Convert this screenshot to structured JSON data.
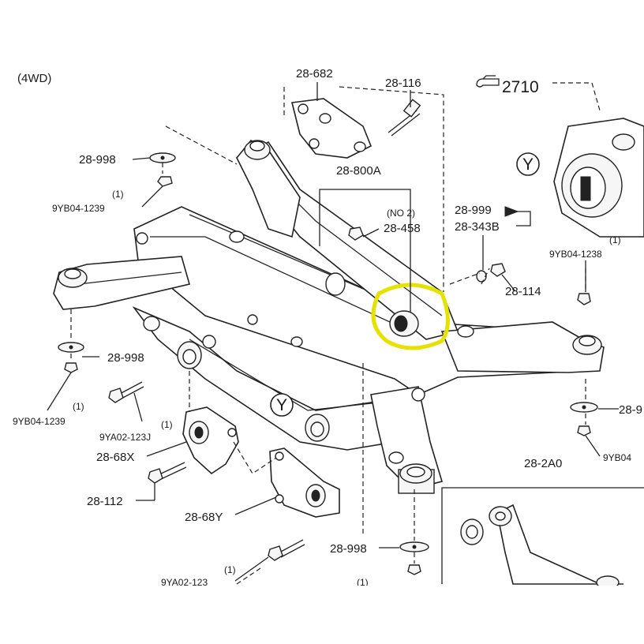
{
  "header": {
    "variant": "(4WD)"
  },
  "callouts": {
    "c_28_682": "28-682",
    "c_28_116": "28-116",
    "c_2710": "2710",
    "c_28_998_a": "28-998",
    "c_qty_a": "(1)",
    "c_9YB04_1239_a": "9YB04-1239",
    "c_28_800A": "28-800A",
    "c_no2": "(NO 2)",
    "c_28_458": "28-458",
    "c_28_999": "28-999",
    "c_28_343B": "28-343B",
    "c_qty_b": "(1)",
    "c_9YB04_1238": "9YB04-1238",
    "c_28_114": "28-114",
    "c_28_998_b": "28-998",
    "c_qty_c": "(1)",
    "c_9YB04_1239_b": "9YB04-1239",
    "c_9YA02_123J": "9YA02-123J",
    "c_qty_d": "(1)",
    "c_28_68X": "28-68X",
    "c_28_112": "28-112",
    "c_28_68Y": "28-68Y",
    "c_28_9_right": "28-9",
    "c_9YB0_right": "9YB04",
    "c_28_2A0": "28-2A0",
    "c_28_998_c": "28-998",
    "c_qty_e": "(1)",
    "c_9YA02_123_bottom": "9YA02-123",
    "c_qty_f": "(1)",
    "view_y_1": "Y",
    "view_y_2": "Y"
  },
  "colors": {
    "highlight": "#e6e200",
    "ink": "#222222"
  }
}
